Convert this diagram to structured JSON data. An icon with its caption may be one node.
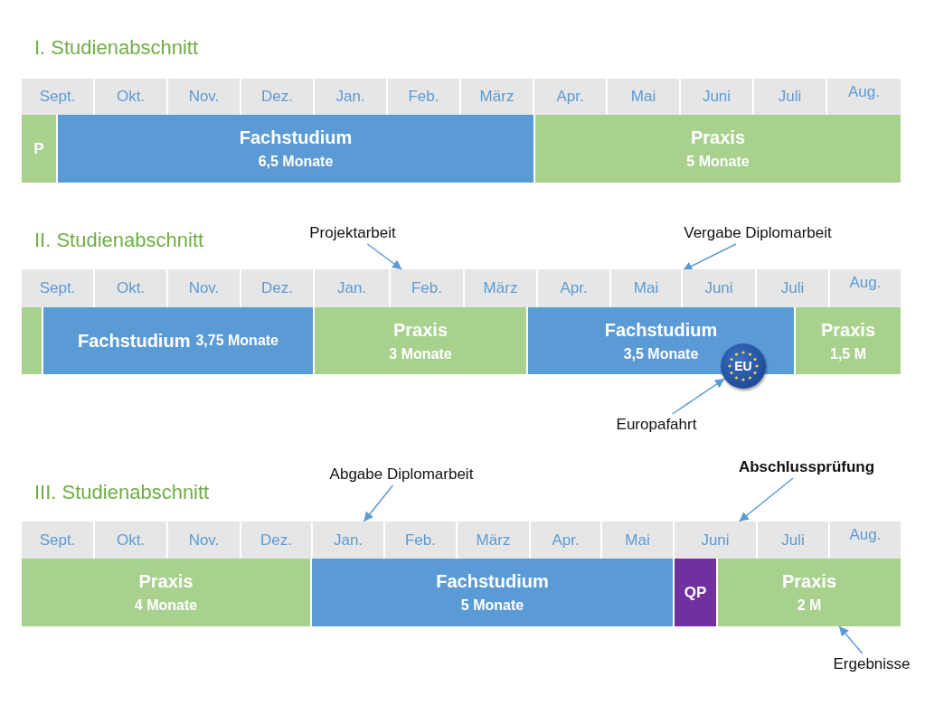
{
  "diagram": {
    "nodes": [
      {
        "text": [
          "Sept."
        ]
      },
      {
        "text": [
          "Okt."
        ]
      },
      {
        "text": [
          "Nov."
        ]
      },
      {
        "text": [
          "Dez."
        ]
      },
      {
        "text": [
          "Jan."
        ]
      },
      {
        "text": [
          "Feb."
        ]
      },
      {
        "text": [
          "März"
        ]
      },
      {
        "text": [
          "Apr."
        ]
      },
      {
        "text": [
          "Mai"
        ]
      },
      {
        "text": [
          "Juni"
        ]
      },
      {
        "text": [
          "Juli"
        ]
      },
      {
        "text": [
          "Aug."
        ]
      },
      {
        "text": [
          "P"
        ]
      },
      {
        "text": [
          "Fachstudium",
          "6,5 Monate"
        ]
      },
      {
        "text": [
          "Praxis",
          "5 Monate"
        ]
      },
      {
        "text": [
          "Projektarbeit"
        ]
      },
      {
        "text": [
          "Vergabe Diplomarbeit"
        ]
      },
      {
        "text": [
          "Sept."
        ]
      },
      {
        "text": [
          "Okt."
        ]
      },
      {
        "text": [
          "Nov."
        ]
      },
      {
        "text": [
          "Dez."
        ]
      },
      {
        "text": [
          "Jan."
        ]
      },
      {
        "text": [
          "Feb."
        ]
      },
      {
        "text": [
          "März"
        ]
      },
      {
        "text": [
          "Apr."
        ]
      },
      {
        "text": [
          "Mai"
        ]
      },
      {
        "text": [
          "Juni"
        ]
      },
      {
        "text": [
          "Juli"
        ]
      },
      {
        "text": [
          "Aug."
        ]
      },
      {
        "text": [],
        "shape": "box"
      },
      {
        "text": [
          "Fachstudium",
          "3,75 Monate"
        ]
      },
      {
        "text": [
          "Praxis",
          "3 Monate"
        ]
      },
      {
        "text": [
          "Fachstudium",
          "3,5 Monate"
        ]
      },
      {
        "text": [
          "EU"
        ]
      },
      {
        "text": [
          "Praxis",
          "1,5 M"
        ]
      },
      {
        "text": [
          "Europafahrt"
        ]
      },
      {
        "text": [
          "Abgabe Diplomarbeit"
        ]
      },
      {
        "text": [
          "Abschlussprüfung"
        ]
      },
      {
        "text": [
          "Sept."
        ]
      },
      {
        "text": [
          "Okt."
        ]
      },
      {
        "text": [
          "Nov."
        ]
      },
      {
        "text": [
          "Dez."
        ]
      },
      {
        "text": [
          "Jan."
        ]
      },
      {
        "text": [
          "Feb."
        ]
      },
      {
        "text": [
          "März"
        ]
      },
      {
        "text": [
          "Apr."
        ]
      },
      {
        "text": [
          "Mai"
        ]
      },
      {
        "text": [
          "Juni"
        ]
      },
      {
        "text": [
          "Juli"
        ]
      },
      {
        "text": [
          "Aug."
        ]
      },
      {
        "text": [
          "Praxis",
          "4 Monate"
        ]
      },
      {
        "text": [
          "Fachstudium",
          "5 Monate"
        ]
      },
      {
        "text": [
          "QP"
        ]
      },
      {
        "text": [
          "Praxis",
          "2 M"
        ]
      },
      {
        "text": [
          "Ergebnisse"
        ]
      }
    ],
    "edges": [
      {
        "from": 15,
        "to": 22,
        "arrow": "to"
      },
      {
        "from": 16,
        "to": 25,
        "arrow": "to"
      },
      {
        "from": 35,
        "to": 33,
        "arrow": "to"
      },
      {
        "from": 36,
        "to": 42,
        "arrow": "to"
      },
      {
        "from": 37,
        "to": 47,
        "arrow": "to"
      },
      {
        "from": 54,
        "to": 53,
        "arrow": "to"
      }
    ],
    "labels": [
      "I. Studienabschnitt",
      "II. Studienabschnitt",
      "III. Studienabschnitt"
    ]
  }
}
